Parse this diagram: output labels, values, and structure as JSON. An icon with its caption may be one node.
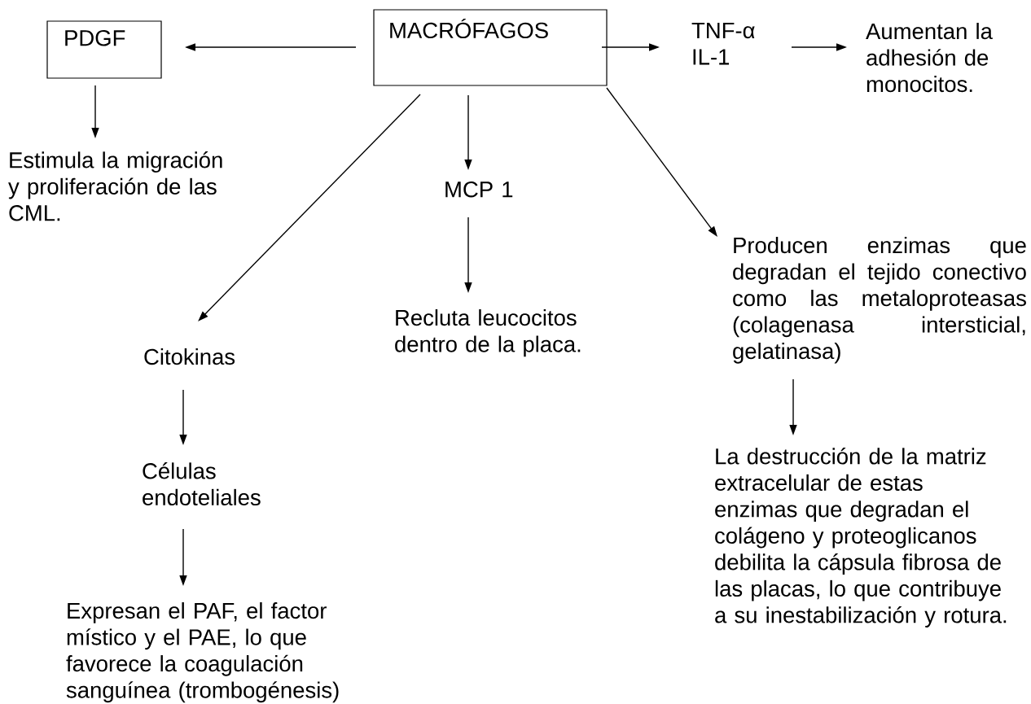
{
  "diagram": {
    "nodes": [
      {
        "text": [
          "MACRÓFAGOS"
        ]
      },
      {
        "text": [
          "PDGF"
        ]
      },
      {
        "text": [
          "TNF-α IL-1"
        ]
      },
      {
        "text": [
          "Aumentan la adhesión de monocitos."
        ]
      },
      {
        "text": [
          "Estimula la migración y proliferación de las CML."
        ]
      },
      {
        "text": [
          "MCP 1"
        ]
      },
      {
        "text": [
          "Citokinas"
        ]
      },
      {
        "text": [
          "Recluta leucocitos dentro de la placa."
        ]
      },
      {
        "text": [
          "Producen enzimas que degradan el tejido conectivo como las metaloproteasas (colagenasa intersticial, gelatinasa)"
        ]
      },
      {
        "text": [
          "Células endoteliales"
        ]
      },
      {
        "text": [
          "La destrucción de la matriz extracelular de estas enzimas que degradan el colágeno y proteoglicanos debilita la cápsula fibrosa de las placas, lo que contribuye a su inestabilización y rotura."
        ]
      },
      {
        "text": [
          "Expresan el PAF, el factor místico y el PAE, lo que favorece la coagulación sanguínea (trombogénesis)"
        ]
      }
    ],
    "edges": [
      {
        "from": 0,
        "to": 1,
        "arrow": "to"
      },
      {
        "from": 0,
        "to": 2,
        "arrow": "to"
      },
      {
        "from": 2,
        "to": 3,
        "arrow": "to"
      },
      {
        "from": 1,
        "to": 4,
        "arrow": "to"
      },
      {
        "from": 0,
        "to": 5,
        "arrow": "to"
      },
      {
        "from": 0,
        "to": 6,
        "arrow": "to"
      },
      {
        "from": 0,
        "to": 8,
        "arrow": "to"
      },
      {
        "from": 5,
        "to": 7,
        "arrow": "to"
      },
      {
        "from": 6,
        "to": 9,
        "arrow": "to"
      },
      {
        "from": 8,
        "to": 10,
        "arrow": "to"
      },
      {
        "from": 9,
        "to": 11,
        "arrow": "to"
      }
    ]
  }
}
